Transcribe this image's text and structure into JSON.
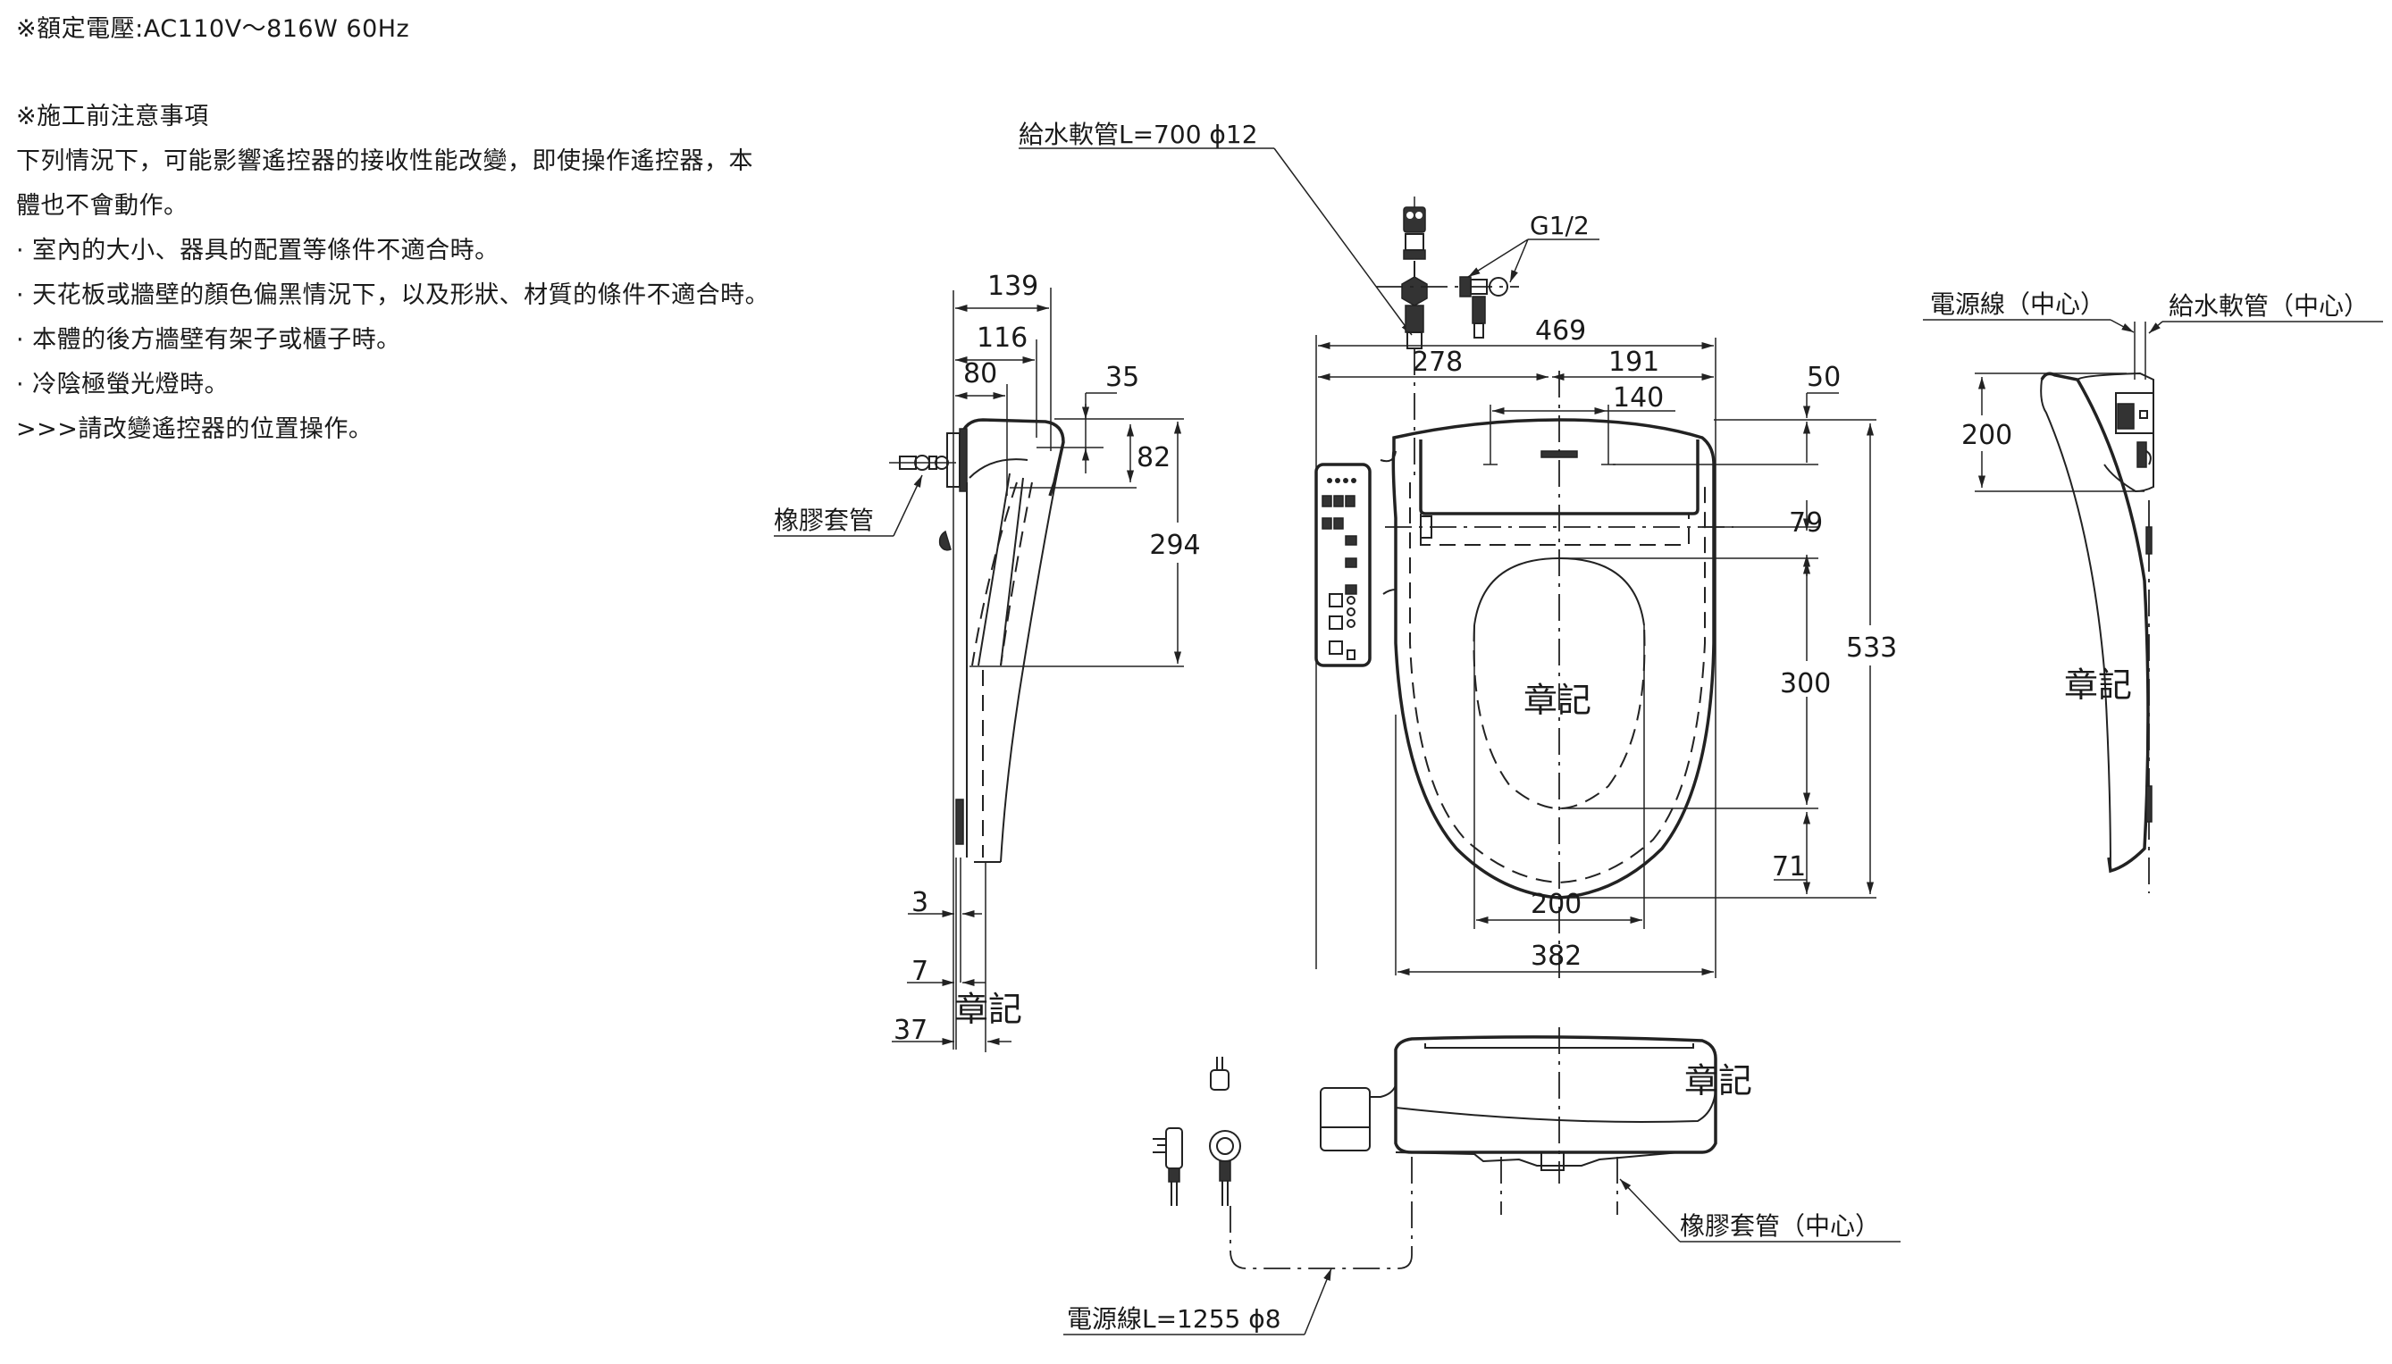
{
  "notes": {
    "rated_voltage": "※額定電壓:AC110V～816W 60Hz",
    "precautions_title": "※施工前注意事項",
    "intro_line1": "下列情況下，可能影響遙控器的接收性能改變，即使操作遙控器，本",
    "intro_line2": "體也不會動作。",
    "items": [
      "· 室內的大小、器具的配置等條件不適合時。",
      "· 天花板或牆壁的顏色偏黑情況下，以及形狀、材質的條件不適合時。",
      "· 本體的後方牆壁有架子或櫃子時。",
      "· 冷陰極螢光燈時。"
    ],
    "action": ">>>請改變遙控器的位置操作。"
  },
  "left_side_view": {
    "dimensions": {
      "d139": "139",
      "d116": "116",
      "d80": "80",
      "d35": "35",
      "d82": "82",
      "d294": "294",
      "d3": "3",
      "d7": "7",
      "d37": "37"
    },
    "rubber_sleeve_label": "橡膠套管",
    "stamp": "章記"
  },
  "top_view": {
    "supply_hose_label": "給水軟管L=700 ϕ12",
    "thread_label": "G1/2",
    "dimensions": {
      "d469": "469",
      "d278": "278",
      "d191": "191",
      "d140": "140",
      "d50": "50",
      "d79": "79",
      "d300": "300",
      "d533": "533",
      "d71": "71",
      "d200": "200",
      "d382": "382"
    },
    "stamp": "章記"
  },
  "right_side_view": {
    "power_cord_center_label": "電源線（中心）",
    "supply_hose_center_label": "給水軟管（中心）",
    "dimensions": {
      "d200": "200"
    },
    "stamp": "章記"
  },
  "front_view": {
    "stamp": "章記",
    "rubber_sleeve_center_label": "橡膠套管（中心）",
    "power_cord_label": "電源線L=1255 ϕ8"
  }
}
